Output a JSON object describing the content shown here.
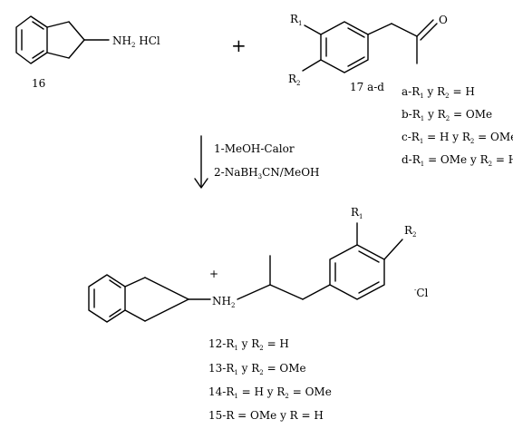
{
  "reactant_left": {
    "amine_label": "NH",
    "amine_sub": "2",
    "salt_label": "HCl",
    "compound_number": "16"
  },
  "plus_sign": "+",
  "reactant_right": {
    "r1_label": "R",
    "r1_sub": "1",
    "r2_label": "R",
    "r2_sub": "2",
    "ketone_o": "O",
    "compound_number": "17 a-d",
    "variants": [
      {
        "prefix": "a-R",
        "s1": "1",
        "mid": " y R",
        "s2": "2",
        "suffix": " = H"
      },
      {
        "prefix": "b-R",
        "s1": "1",
        "mid": " y R",
        "s2": "2",
        "suffix": " = OMe"
      },
      {
        "prefix": "c-R",
        "s1": "1",
        "mid": " = H y R",
        "s2": "2",
        "suffix": " = OMe"
      },
      {
        "prefix": "d-R",
        "s1": "1",
        "mid": " = OMe y R",
        "s2": "2",
        "suffix": " = H"
      }
    ]
  },
  "conditions": {
    "step1": "1-MeOH-Calor",
    "step2_a": "2-NaBH",
    "step2_sub": "3",
    "step2_b": "CN/MeOH"
  },
  "product": {
    "plus_charge": "+",
    "amine_label": "NH",
    "amine_sub": "2",
    "r1_label": "R",
    "r1_sub": "1",
    "r2_label": "R",
    "r2_sub": "2",
    "counterion_label": "Cl",
    "counterion_charge": "-",
    "variants": [
      {
        "prefix": "12-R",
        "s1": "1",
        "mid": " y R",
        "s2": "2",
        "suffix": " = H"
      },
      {
        "prefix": "13-R",
        "s1": "1",
        "mid": " y R",
        "s2": "2",
        "suffix": " = OMe"
      },
      {
        "prefix": "14-R",
        "s1": "1",
        "mid": " = H y R",
        "s2": "2",
        "suffix": " = OMe"
      },
      {
        "prefix": "15-R = OMe y R = H",
        "s1": "",
        "mid": "",
        "s2": "",
        "suffix": ""
      }
    ]
  }
}
